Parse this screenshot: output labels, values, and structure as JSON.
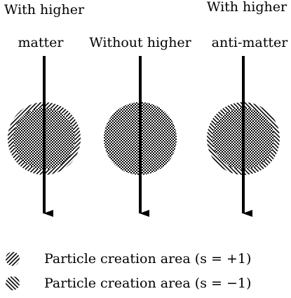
{
  "diagram": {
    "columns": [
      {
        "label_lines": [
          "With higher",
          "matter"
        ],
        "outer_pattern": "s-plus-one"
      },
      {
        "label_lines": [
          "",
          "Without higher"
        ],
        "outer_pattern": "none"
      },
      {
        "label_lines": [
          "With higher",
          "anti-matter"
        ],
        "outer_pattern": "s-minus-one"
      }
    ],
    "legend": [
      {
        "pattern": "s-plus-one",
        "text": "Particle creation area (s = +1)"
      },
      {
        "pattern": "s-minus-one",
        "text": "Particle creation area (s = −1)"
      }
    ]
  }
}
